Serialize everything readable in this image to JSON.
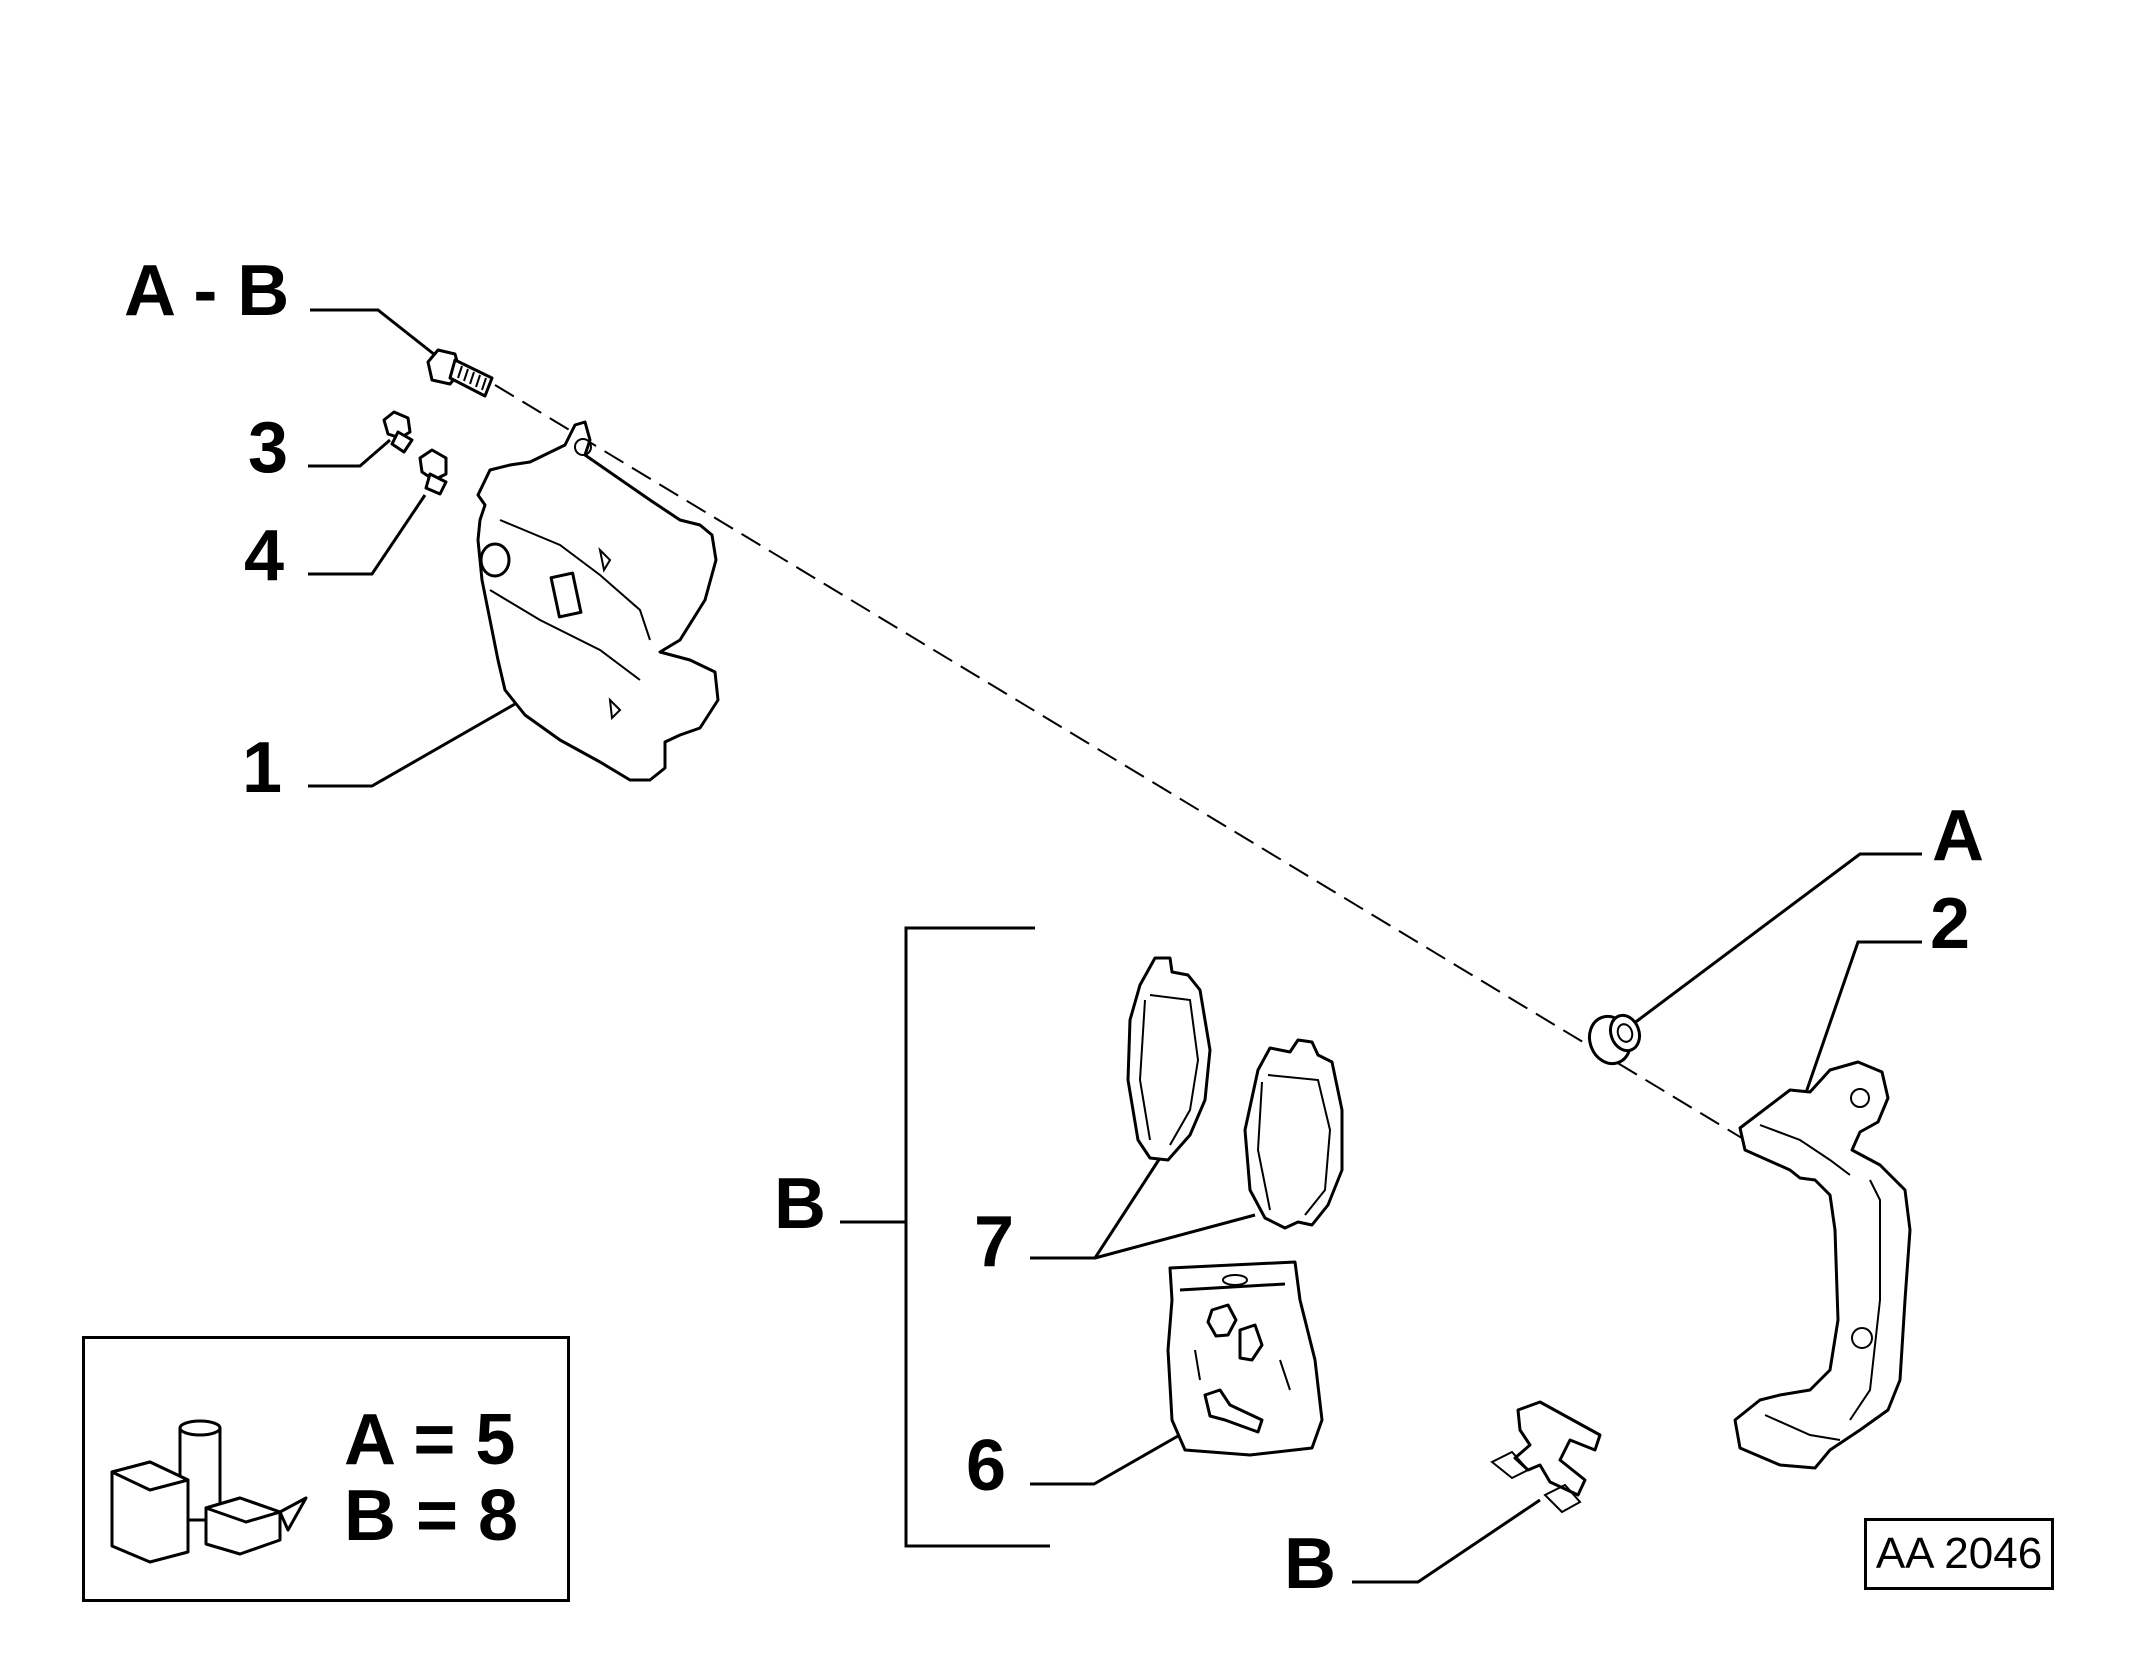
{
  "callouts": {
    "ab_label": "A - B",
    "n3": "3",
    "n4": "4",
    "n1": "1",
    "a_label": "A",
    "n2": "2",
    "b_group": "B",
    "n7": "7",
    "n6": "6",
    "b_clip": "B"
  },
  "legend": {
    "line_a": "A = 5",
    "line_b": "B = 8"
  },
  "reference_code": "AA 2046"
}
